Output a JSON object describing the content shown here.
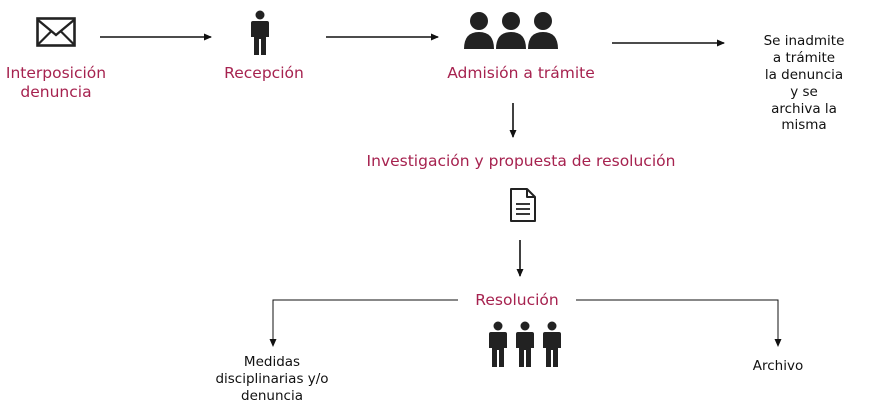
{
  "colors": {
    "accent": "#a6224f",
    "text": "#111111",
    "icon": "#222222"
  },
  "nodes": {
    "interposicion": {
      "line1": "Interposición",
      "line2": "denuncia",
      "icon": "envelope-icon"
    },
    "recepcion": {
      "label": "Recepción",
      "icon": "person-icon"
    },
    "admision": {
      "label": "Admisión a trámite",
      "icon": "group-icon"
    },
    "inadmision": {
      "line1": "Se inadmite a trámite",
      "line2": "la denuncia y se",
      "line3": "archiva la misma"
    },
    "investigacion": {
      "label": "Investigación y propuesta de resolución",
      "icon": "document-icon"
    },
    "resolucion": {
      "label": "Resolución",
      "icon": "three-people-icon"
    },
    "medidas": {
      "line1": "Medidas",
      "line2": "disciplinarias y/o",
      "line3": "denuncia"
    },
    "archivo": {
      "label": "Archivo"
    }
  }
}
